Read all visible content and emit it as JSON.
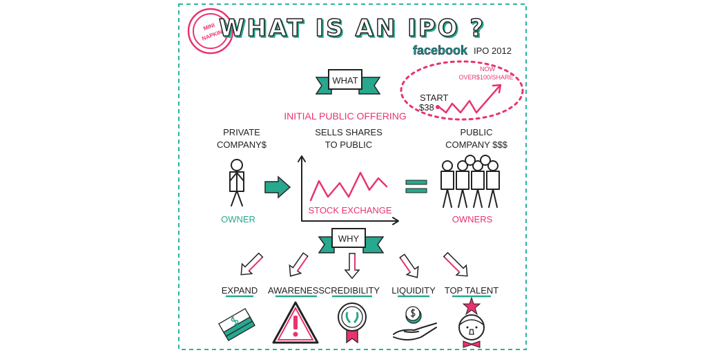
{
  "stamp": {
    "text_line1": "MINI",
    "text_line2": "NAPKIN"
  },
  "title": "WHAT IS AN IPO ?",
  "facebook": {
    "brand": "facebook",
    "label": "IPO 2012",
    "now": "NOW",
    "now_value": "OVER$100/SHARE",
    "start": "START",
    "start_value": "$38"
  },
  "what": {
    "ribbon": "WHAT",
    "definition": "INITIAL PUBLIC OFFERING"
  },
  "private": {
    "line1": "PRIVATE",
    "line2": "COMPANY$",
    "role": "OWNER"
  },
  "sells": {
    "line1": "SELLS SHARES",
    "line2": "TO PUBLIC",
    "chart_label": "STOCK EXCHANGE"
  },
  "public": {
    "line1": "PUBLIC",
    "line2": "COMPANY $$$",
    "role": "OWNERS"
  },
  "why": {
    "ribbon": "WHY",
    "reasons": [
      {
        "label": "EXPAND",
        "icon": "money-icon"
      },
      {
        "label": "AWARENESS",
        "icon": "warning-icon"
      },
      {
        "label": "CREDIBILITY",
        "icon": "award-icon"
      },
      {
        "label": "LIQUIDITY",
        "icon": "coin-hand-icon"
      },
      {
        "label": "TOP TALENT",
        "icon": "star-person-icon"
      }
    ]
  },
  "colors": {
    "teal": "#27a88f",
    "pink": "#e8336f",
    "ink": "#222222"
  }
}
